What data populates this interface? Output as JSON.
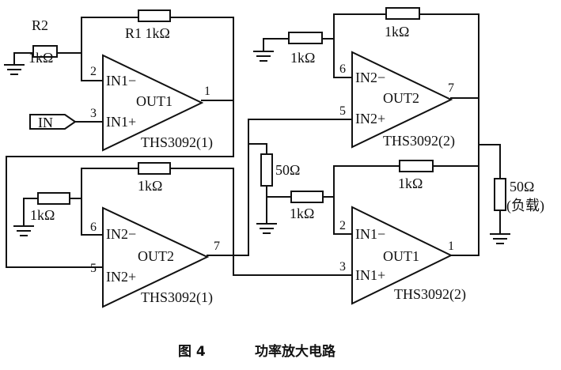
{
  "labels": {
    "r2": "R2",
    "r2_value": "1kΩ",
    "r1_value_line": "R1  1kΩ",
    "in_tag": "IN",
    "amp1": {
      "in_neg": "IN1−",
      "in_pos": "IN1+",
      "out": "OUT1",
      "name": "THS3092(1)",
      "pin_neg": "2",
      "pin_pos": "3",
      "pin_out": "1"
    },
    "amp2": {
      "in_neg": "IN2−",
      "in_pos": "IN2+",
      "out": "OUT2",
      "name": "THS3092(2)",
      "pin_neg": "6",
      "pin_pos": "5",
      "pin_out": "7"
    },
    "amp3": {
      "in_neg": "IN2−",
      "in_pos": "IN2+",
      "out": "OUT2",
      "name": "THS3092(1)",
      "pin_neg": "6",
      "pin_pos": "5",
      "pin_out": "7"
    },
    "amp4": {
      "in_neg": "IN1−",
      "in_pos": "IN1+",
      "out": "OUT1",
      "name": "THS3092(2)",
      "pin_neg": "2",
      "pin_pos": "3",
      "pin_out": "1"
    },
    "r_amp2_gnd": "1kΩ",
    "r_amp2_fb": "1kΩ",
    "r_amp3_gnd": "1kΩ",
    "r_amp3_fb": "1kΩ",
    "r_amp4_gnd": "1kΩ",
    "r_amp4_fb": "1kΩ",
    "r_divider": "50Ω",
    "r_load_value": "50Ω",
    "r_load_note": "(负载)"
  },
  "caption": {
    "figure": "图 4",
    "title": "功率放大电路"
  }
}
